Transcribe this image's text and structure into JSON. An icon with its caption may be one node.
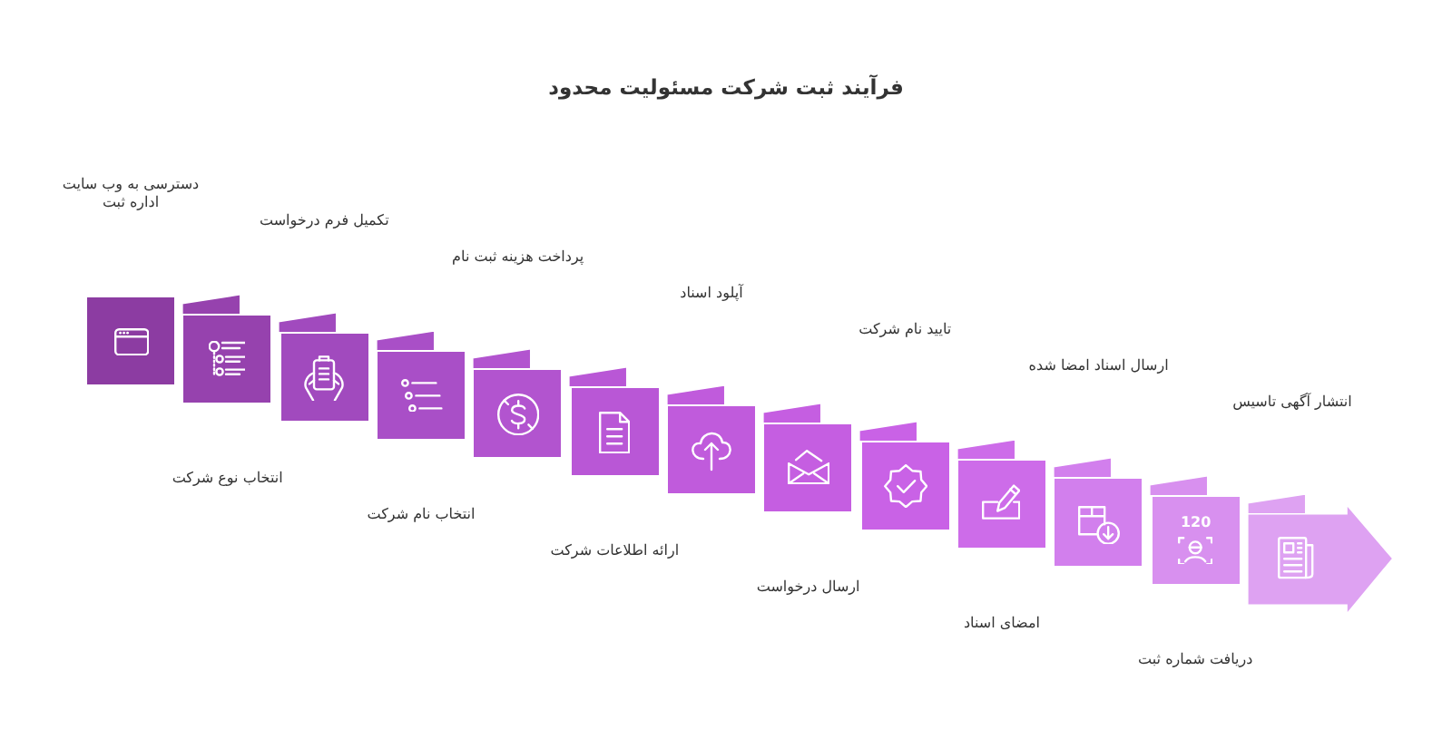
{
  "diagram": {
    "title": "فرآیند ثبت شرکت مسئولیت محدود",
    "nodes": [
      {
        "text": [],
        "shape": "box"
      },
      {
        "text": [],
        "shape": "box"
      },
      {
        "text": [],
        "shape": "box"
      },
      {
        "text": [],
        "shape": "box"
      },
      {
        "text": [],
        "shape": "box"
      },
      {
        "text": [],
        "shape": "box"
      },
      {
        "text": [],
        "shape": "box"
      },
      {
        "text": [],
        "shape": "box"
      },
      {
        "text": [],
        "shape": "box"
      },
      {
        "text": [],
        "shape": "box"
      },
      {
        "text": [],
        "shape": "box"
      },
      {
        "text": [
          "120"
        ]
      },
      {
        "text": [],
        "shape": "arrow"
      }
    ],
    "labels": [
      "دسترسی به وب سایت اداره ثبت",
      "انتخاب نوع شرکت",
      "تکمیل فرم درخواست",
      "انتخاب نام شرکت",
      "پرداخت هزینه ثبت نام",
      "ارائه اطلاعات شرکت",
      "آپلود اسناد",
      "ارسال درخواست",
      "تایید نام شرکت",
      "امضای اسناد",
      "ارسال اسناد امضا شده",
      "دریافت شماره ثبت",
      "انتشار آگهی تاسیس"
    ]
  }
}
